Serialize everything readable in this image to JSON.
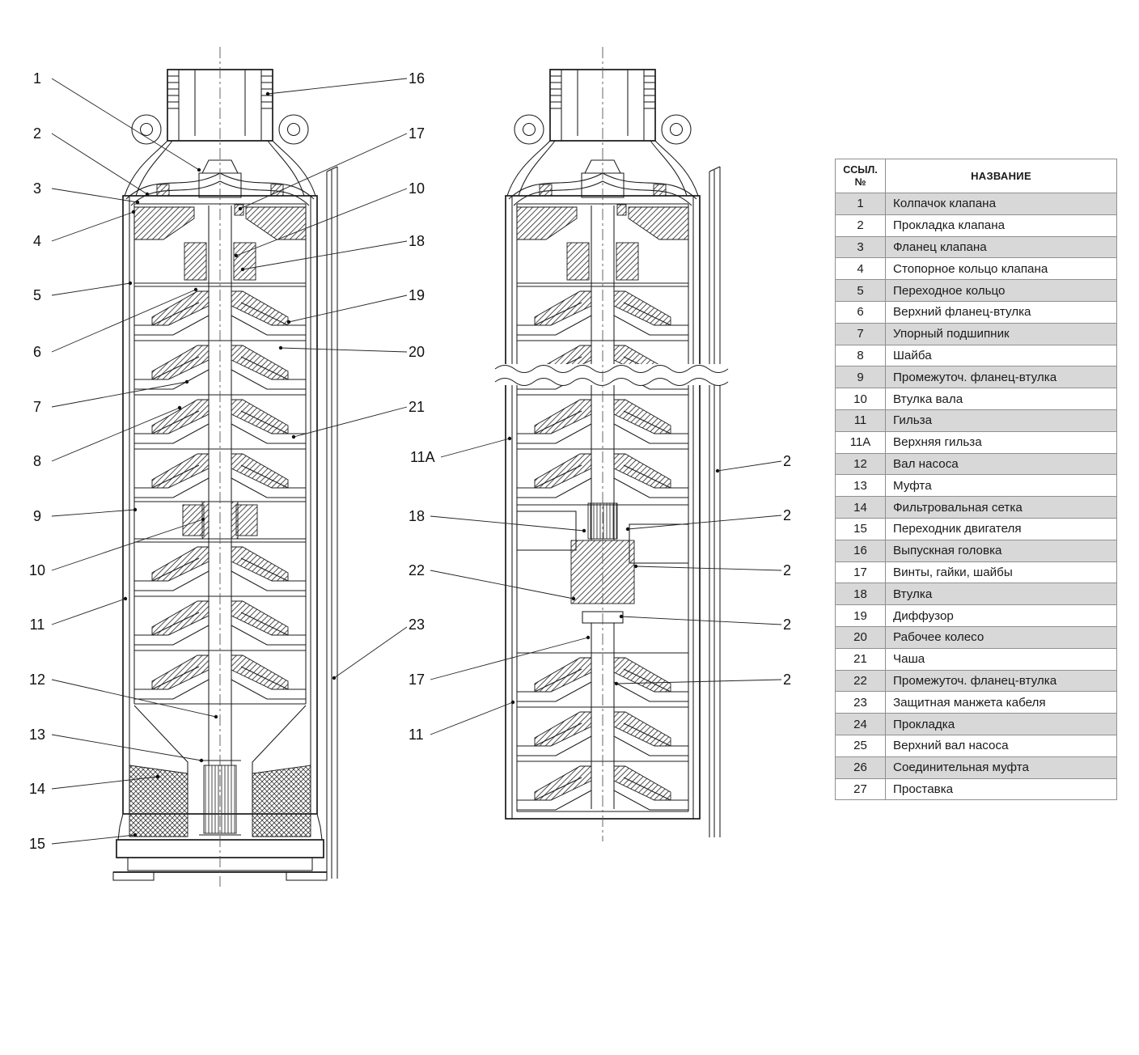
{
  "figure": {
    "callouts": {
      "left_column": [
        "1",
        "2",
        "3",
        "4",
        "5",
        "6",
        "7",
        "8",
        "9",
        "10",
        "11",
        "12",
        "13",
        "14",
        "15"
      ],
      "middle_column": [
        "16",
        "17",
        "10",
        "18",
        "19",
        "20",
        "21",
        "11A",
        "18",
        "22",
        "23",
        "17",
        "11"
      ],
      "right_column_truncated": [
        "2",
        "2",
        "2",
        "2",
        "2"
      ]
    }
  },
  "parts_table": {
    "header": {
      "ref_line1": "ССЫЛ.",
      "ref_line2": "№",
      "name": "НАЗВАНИЕ"
    },
    "rows": [
      {
        "ref": "1",
        "name": "Колпачок клапана"
      },
      {
        "ref": "2",
        "name": "Прокладка клапана"
      },
      {
        "ref": "3",
        "name": "Фланец клапана"
      },
      {
        "ref": "4",
        "name": "Стопорное кольцо клапана"
      },
      {
        "ref": "5",
        "name": "Переходное кольцо"
      },
      {
        "ref": "6",
        "name": "Верхний фланец-втулка"
      },
      {
        "ref": "7",
        "name": "Упорный подшипник"
      },
      {
        "ref": "8",
        "name": "Шайба"
      },
      {
        "ref": "9",
        "name": "Промежуточ. фланец-втулка"
      },
      {
        "ref": "10",
        "name": "Втулка вала"
      },
      {
        "ref": "11",
        "name": "Гильза"
      },
      {
        "ref": "11A",
        "name": "Верхняя гильза"
      },
      {
        "ref": "12",
        "name": "Вал насоса"
      },
      {
        "ref": "13",
        "name": "Муфта"
      },
      {
        "ref": "14",
        "name": "Фильтровальная сетка"
      },
      {
        "ref": "15",
        "name": "Переходник двигателя"
      },
      {
        "ref": "16",
        "name": "Выпускная головка"
      },
      {
        "ref": "17",
        "name": "Винты, гайки, шайбы"
      },
      {
        "ref": "18",
        "name": "Втулка"
      },
      {
        "ref": "19",
        "name": "Диффузор"
      },
      {
        "ref": "20",
        "name": "Рабочее колесо"
      },
      {
        "ref": "21",
        "name": "Чаша"
      },
      {
        "ref": "22",
        "name": "Промежуточ. фланец-втулка"
      },
      {
        "ref": "23",
        "name": "Защитная манжета кабеля"
      },
      {
        "ref": "24",
        "name": "Прокладка"
      },
      {
        "ref": "25",
        "name": "Верхний вал насоса"
      },
      {
        "ref": "26",
        "name": "Соединительная муфта"
      },
      {
        "ref": "27",
        "name": "Проставка"
      }
    ]
  },
  "colors": {
    "row_shade": "#d8d8d8",
    "line": "#1b1b1b"
  }
}
